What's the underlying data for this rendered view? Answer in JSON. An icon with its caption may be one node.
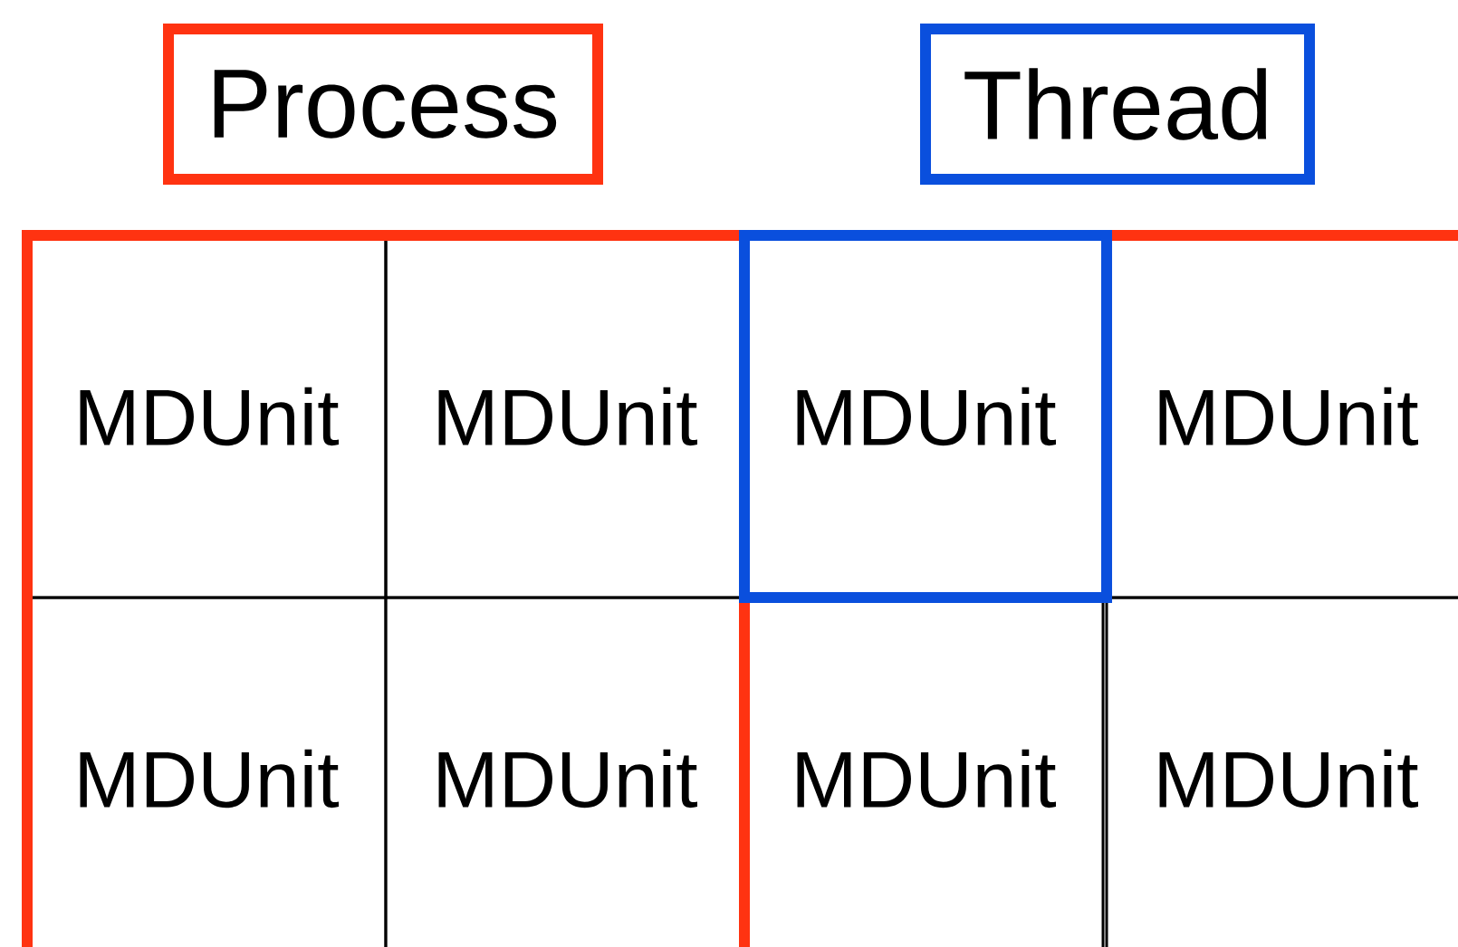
{
  "diagram": {
    "nodes": [
      {
        "text": [
          "Process"
        ]
      },
      {
        "text": [
          "Thread"
        ]
      },
      {
        "text": [
          "MDUnit"
        ]
      },
      {
        "text": [
          "MDUnit"
        ]
      },
      {
        "text": [
          "MDUnit"
        ]
      },
      {
        "text": [
          "MDUnit"
        ]
      },
      {
        "text": [
          "MDUnit"
        ]
      },
      {
        "text": [
          "MDUnit"
        ]
      },
      {
        "text": [
          "MDUnit"
        ]
      },
      {
        "text": [
          "MDUnit"
        ]
      }
    ]
  }
}
